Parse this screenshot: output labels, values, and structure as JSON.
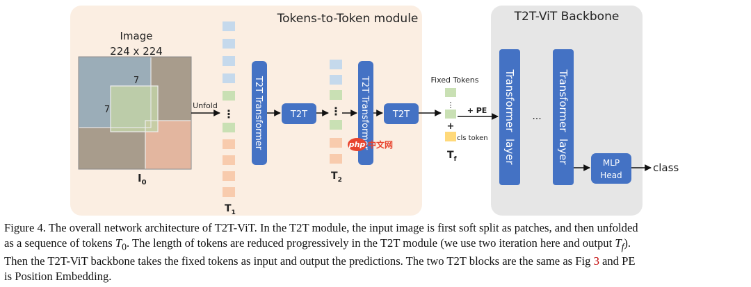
{
  "t2t_module": {
    "title": "Tokens-to-Token module"
  },
  "backbone": {
    "title": "T2T-ViT Backbone"
  },
  "image": {
    "label": "Image",
    "size": "224 x 224",
    "patch_size_top": "7",
    "patch_size_left": "7",
    "name": "I",
    "subscript": "0"
  },
  "unfold_label": "Unfold",
  "t2t_transformer_label": "T2T Transformer",
  "t2t_label": "T2T",
  "dots": "⋮",
  "t1": {
    "name": "T",
    "subscript": "1"
  },
  "t2": {
    "name": "T",
    "subscript": "2"
  },
  "fixed_tokens_label": "Fixed Tokens",
  "plus": "+",
  "cls_token_label": "cls token",
  "tf": {
    "name": "T",
    "subscript": "f"
  },
  "pe_label": "+ PE",
  "transformer_layer_label": "Transformer  layer",
  "ellipsis": "...",
  "mlp_head": {
    "line1": "MLP",
    "line2": "Head"
  },
  "class_label": "class",
  "watermark": {
    "logo": "php",
    "text": "中文网"
  },
  "caption": {
    "line1": "Figure 4. The overall network architecture of T2T-ViT. In the T2T module, the input image is first soft split as patches, and then unfolded",
    "line2_a": "as a sequence of tokens ",
    "line2_math1": "T",
    "line2_sub1": "0",
    "line2_b": ". The length of tokens are reduced progressively in the T2T module (we use two iteration here and output ",
    "line2_math2": "T",
    "line2_sub2": "f",
    "line2_c": ").",
    "line3_a": "Then the T2T-ViT backbone takes the fixed tokens as input and output the predictions. The two T2T blocks are the same as Fig ",
    "line3_ref": "3",
    "line3_b": " and PE",
    "line4": "is Position Embedding."
  },
  "colors": {
    "t2t_bg": "#fbeee2",
    "backbone_bg": "#e8e8e8",
    "block_blue": "#4472c4",
    "token_blue": "#c5d9ec",
    "token_green": "#c9e0b4",
    "token_orange": "#f8cbad",
    "cls_yellow": "#ffd97a"
  }
}
